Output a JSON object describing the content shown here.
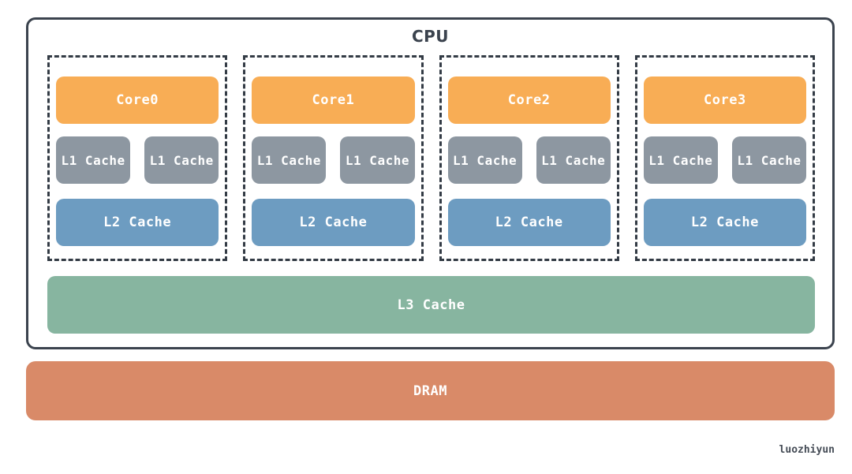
{
  "cpu": {
    "title": "CPU",
    "cores": [
      {
        "name": "Core0",
        "l1": [
          "L1 Cache",
          "L1 Cache"
        ],
        "l2": "L2 Cache"
      },
      {
        "name": "Core1",
        "l1": [
          "L1 Cache",
          "L1 Cache"
        ],
        "l2": "L2 Cache"
      },
      {
        "name": "Core2",
        "l1": [
          "L1 Cache",
          "L1 Cache"
        ],
        "l2": "L2 Cache"
      },
      {
        "name": "Core3",
        "l1": [
          "L1 Cache",
          "L1 Cache"
        ],
        "l2": "L2 Cache"
      }
    ],
    "l3_label": "L3 Cache"
  },
  "dram": {
    "label": "DRAM"
  },
  "watermark": "luozhiyun",
  "colors": {
    "core_fill": "#F8AD55",
    "l1_fill": "#8D97A1",
    "l2_fill": "#6D9CC1",
    "l3_fill": "#87B5A0",
    "dram_fill": "#D98A68",
    "outline": "#3B434E",
    "dashed_outline": "#333B45",
    "label_text": "#FFFFFF",
    "title_text": "#3B434E"
  }
}
